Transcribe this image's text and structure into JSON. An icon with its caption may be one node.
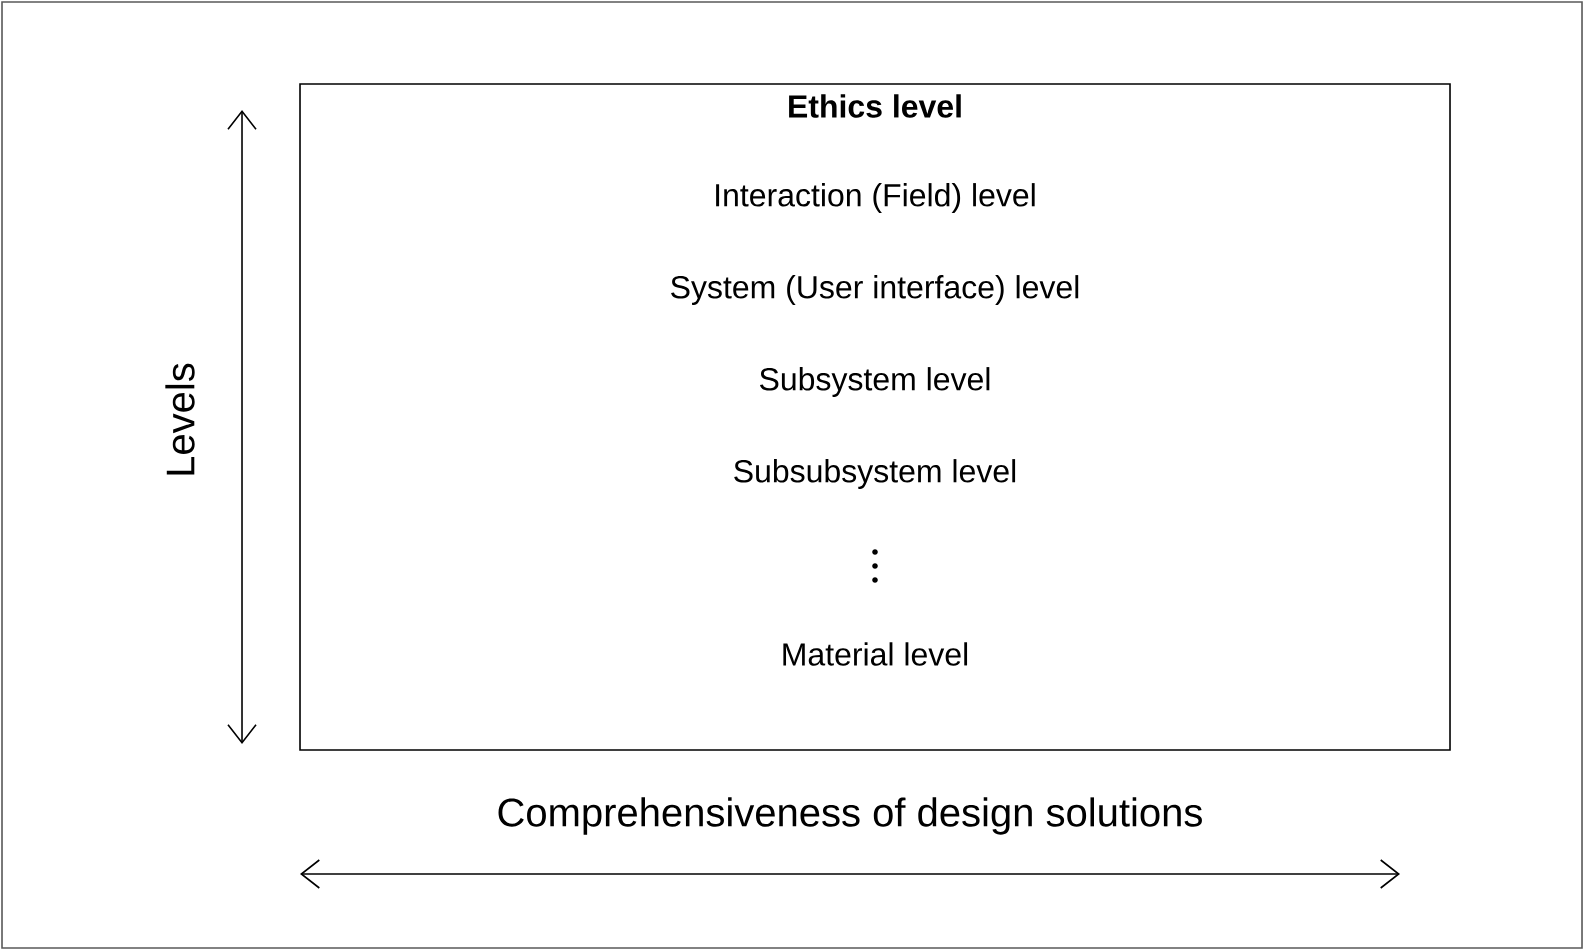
{
  "diagram": {
    "nodes": [
      {
        "text": [
          "Ethics level",
          "Interaction (Field) level",
          "System (User interface) level",
          "Subsystem level",
          "Subsubsystem level",
          "Material level"
        ]
      }
    ],
    "labels": [
      "Levels",
      "Comprehensiveness of design solutions"
    ]
  }
}
